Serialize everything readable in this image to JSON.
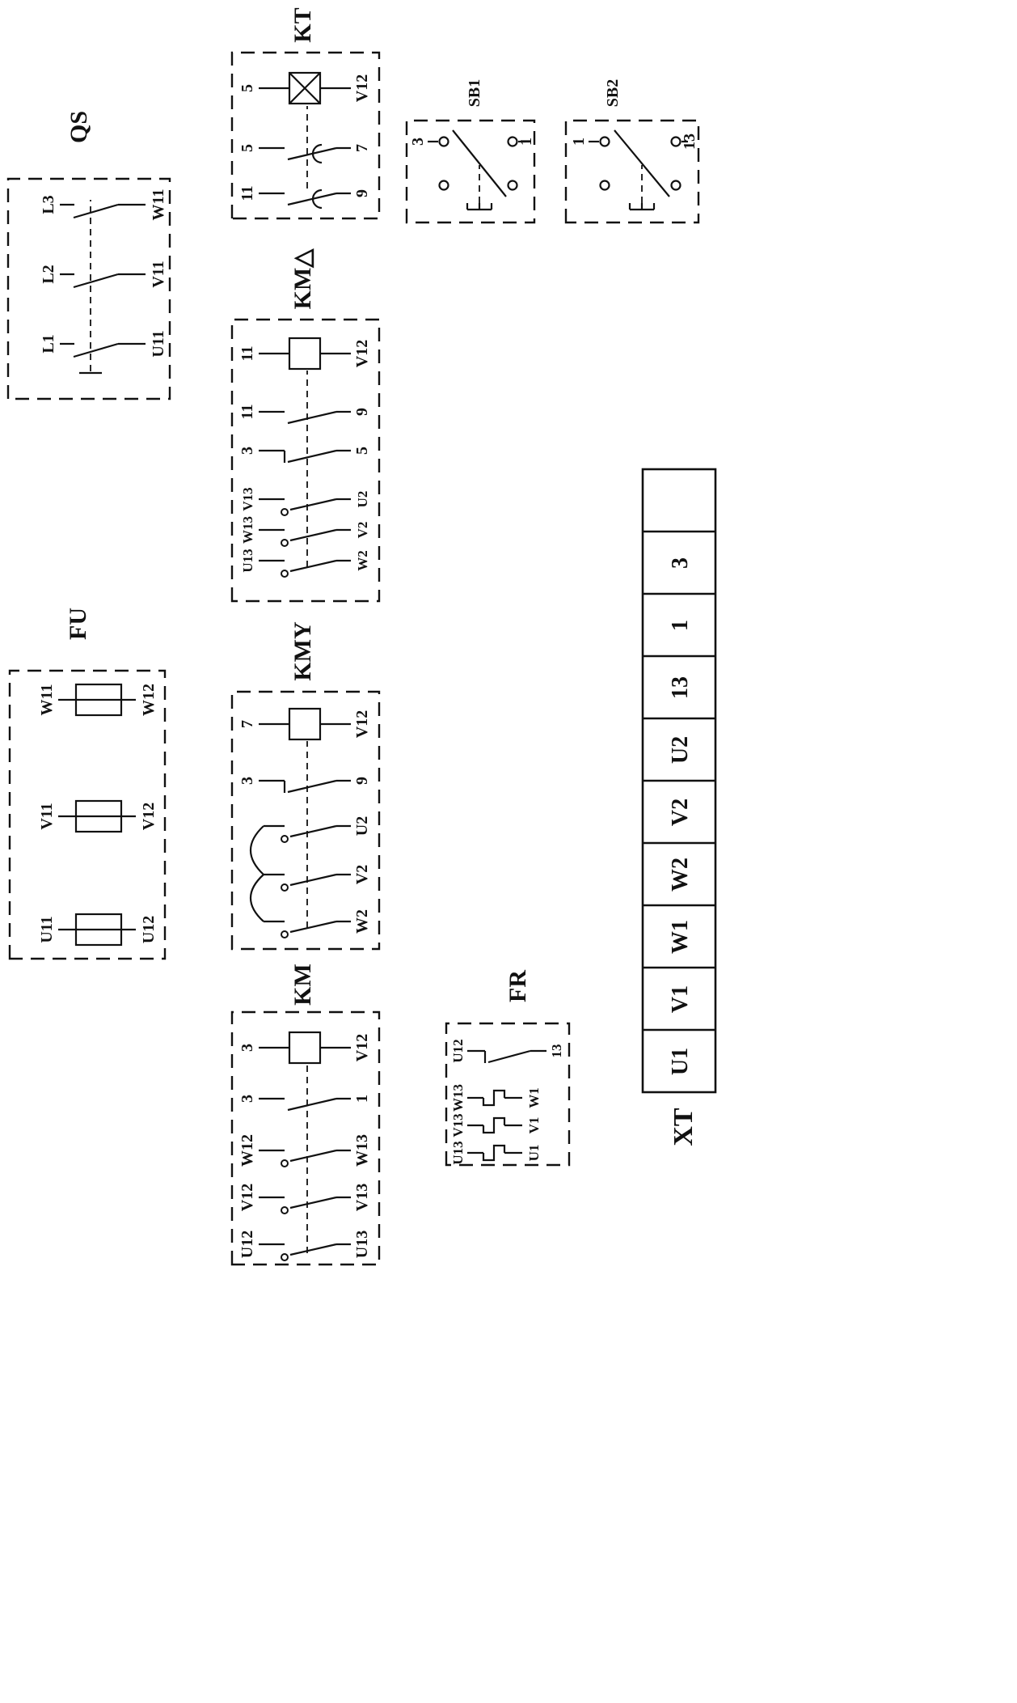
{
  "labels": {
    "qs": "QS",
    "fu": "FU",
    "km": "KM",
    "kmy": "KMY",
    "kmd": "KM△",
    "kt": "KT",
    "fr": "FR",
    "sb1": "SB1",
    "sb2": "SB2",
    "xt": "XT"
  },
  "qs": {
    "t1": "L1",
    "t2": "L2",
    "t3": "L3",
    "b1": "U11",
    "b2": "V11",
    "b3": "W11"
  },
  "fu": {
    "t1": "U11",
    "b1": "U12",
    "t2": "V11",
    "b2": "V12",
    "t3": "W11",
    "b3": "W12"
  },
  "km": {
    "coil_t": "3",
    "coil_b": "V12",
    "aux_t": "3",
    "aux_b": "1",
    "m1t": "U12",
    "m2t": "V12",
    "m3t": "W12",
    "m1b": "U13",
    "m2b": "V13",
    "m3b": "W13"
  },
  "kmy": {
    "coil_t": "7",
    "coil_b": "V12",
    "aux_t": "3",
    "aux_b": "9",
    "m1b": "W2",
    "m2b": "V2",
    "m3b": "U2"
  },
  "kmd": {
    "coil_t": "11",
    "coil_b": "V12",
    "aux1_t": "11",
    "aux1_b": "9",
    "aux2_t": "3",
    "aux2_b": "5",
    "m1t": "U13",
    "m2t": "W13",
    "m3t": "V13",
    "m1b": "W2",
    "m2b": "V2",
    "m3b": "U2"
  },
  "kt": {
    "coil_t": "5",
    "coil_b": "V12",
    "c1t": "11",
    "c1b": "9",
    "c2t": "5",
    "c2b": "7"
  },
  "fr": {
    "c_t": "U12",
    "c_b": "13",
    "h1t": "U13",
    "h2t": "V13",
    "h3t": "W13",
    "h1b": "U1",
    "h2b": "V1",
    "h3b": "W1"
  },
  "sb1": {
    "t": "3",
    "b": "1"
  },
  "sb2": {
    "t": "1",
    "b": "13"
  },
  "xt": {
    "cells": [
      "U1",
      "V1",
      "W1",
      "W2",
      "V2",
      "U2",
      "13",
      "1",
      "3",
      ""
    ]
  }
}
